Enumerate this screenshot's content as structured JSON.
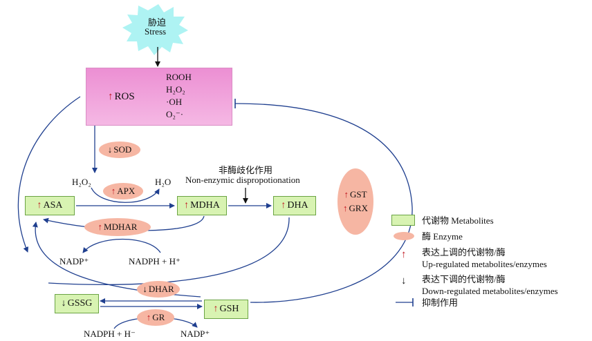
{
  "stress": {
    "zh": "胁迫",
    "en": "Stress"
  },
  "ros": {
    "label": "ROS",
    "species": [
      "ROOH",
      "H₂O₂",
      "·OH",
      "O₂⁻·"
    ]
  },
  "enzymes": {
    "sod": "SOD",
    "apx": "APX",
    "mdhar": "MDHAR",
    "dhar": "DHAR",
    "gr": "GR",
    "gst": "GST",
    "grx": "GRX"
  },
  "metabolites": {
    "asa": "ASA",
    "mdha": "MDHA",
    "dha": "DHA",
    "gssg": "GSSG",
    "gsh": "GSH"
  },
  "small": {
    "h2o2": "H₂O₂",
    "h2o": "H₂O",
    "nadp_top": "NADP⁺",
    "nadph_top": "NADPH + H⁺",
    "nadph_bottom": "NADPH + H⁻",
    "nadp_bottom": "NADP⁺"
  },
  "nonenzymic": {
    "zh": "非酶歧化作用",
    "en": "Non-enzymic dispropotionation"
  },
  "legend": {
    "metabolites": "代谢物 Metabolites",
    "enzyme": "酶 Enzyme",
    "up_zh": "表达上调的代谢物/酶",
    "up_en": "Up-regulated metabolites/enzymes",
    "down_zh": "表达下调的代谢物/酶",
    "down_en": "Down-regulated metabolites/enzymes",
    "inhibit": "抑制作用"
  },
  "colors": {
    "metabolite_fill": "#d8f3b2",
    "enzyme_fill": "#f6b6a3",
    "ros_fill": "#f0a6dc",
    "stress_fill": "#aef3f3",
    "arrow": "#1f3f8f",
    "up_arrow": "#c0141c"
  },
  "icons": {
    "up": "↑",
    "down": "↓"
  }
}
